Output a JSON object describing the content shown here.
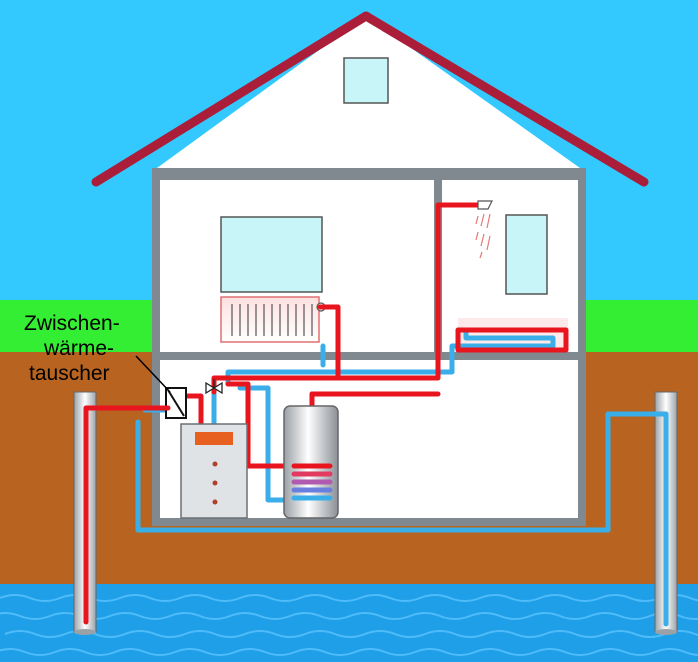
{
  "label": {
    "lines": [
      "Zwischen-",
      "wärme-",
      "tauscher"
    ]
  },
  "colors": {
    "sky": "#33c9ff",
    "grass": "#33ee33",
    "soil": "#b86420",
    "groundwater": "#1f9fe8",
    "roof": "#aa1e3a",
    "wall": "#808890",
    "interior": "#ffffff",
    "window": "#c8f6f8",
    "pipe_hot": "#e8141e",
    "pipe_cold": "#3aaee8",
    "unit_panel": "#e86020"
  }
}
